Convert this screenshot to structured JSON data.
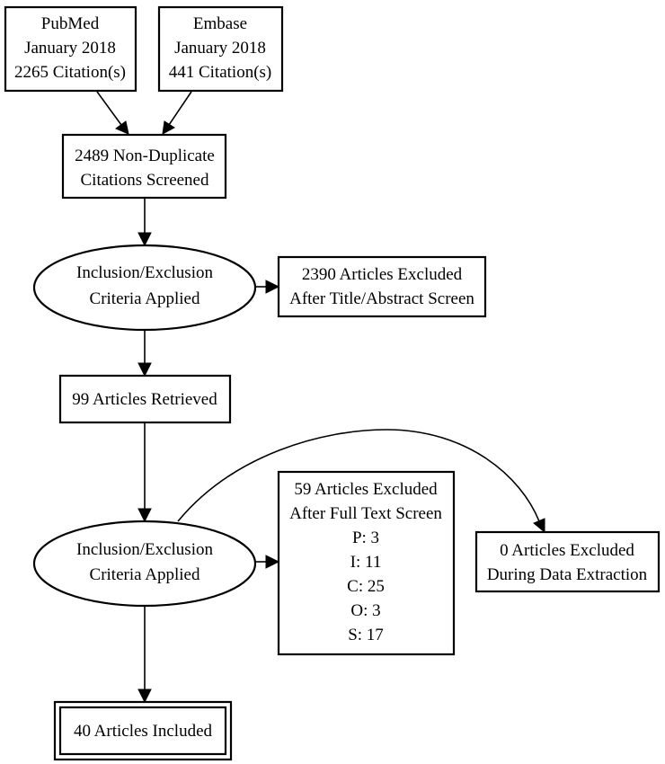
{
  "nodes": {
    "pubmed": [
      "PubMed",
      "January 2018",
      "2265 Citation(s)"
    ],
    "embase": [
      "Embase",
      "January 2018",
      "441 Citation(s)"
    ],
    "screened": [
      "2489 Non-Duplicate",
      "Citations Screened"
    ],
    "criteria_1": [
      "Inclusion/Exclusion",
      "Criteria Applied"
    ],
    "excluded_title": [
      "2390 Articles Excluded",
      "After Title/Abstract Screen"
    ],
    "retrieved": [
      "99 Articles Retrieved"
    ],
    "criteria_2": [
      "Inclusion/Exclusion",
      "Criteria Applied"
    ],
    "excluded_fulltext": [
      "59 Articles Excluded",
      "After Full Text Screen",
      "P: 3",
      "I: 11",
      "C: 25",
      "O: 3",
      "S: 17"
    ],
    "excluded_extraction": [
      "0 Articles Excluded",
      "During Data Extraction"
    ],
    "included": [
      "40 Articles Included"
    ]
  }
}
